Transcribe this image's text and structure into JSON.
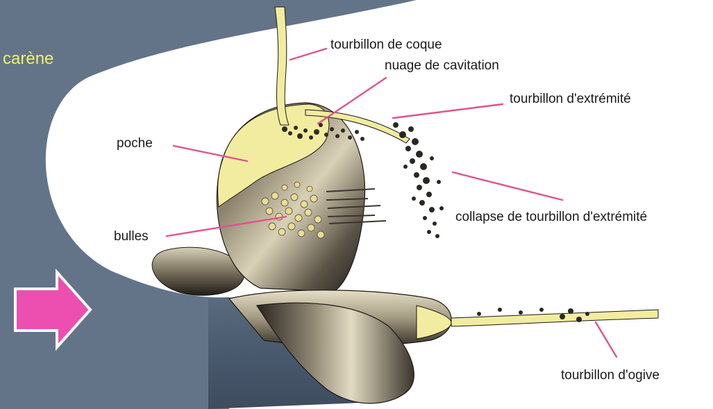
{
  "labels": {
    "hull": "carène",
    "hull_vortex": "tourbillon de coque",
    "cavitation_cloud": "nuage de cavitation",
    "tip_vortex": "tourbillon d'extrémité",
    "sheet_cavity": "poche",
    "tip_vortex_collapse": "collapse de tourbillon d'extrémité",
    "bubbles": "bulles",
    "hub_vortex": "tourbillon d'ogive"
  },
  "colors": {
    "hull": "#647488",
    "hull_label": "#f0f06a",
    "leader_line": "#e0518f",
    "flow_arrow": "#ec4fb0",
    "cavity": "#f2eca0",
    "blade_dark": "#2b2620",
    "blade_light": "#d8d0b6"
  },
  "icons": {
    "flow_direction": "right-arrow-icon"
  }
}
